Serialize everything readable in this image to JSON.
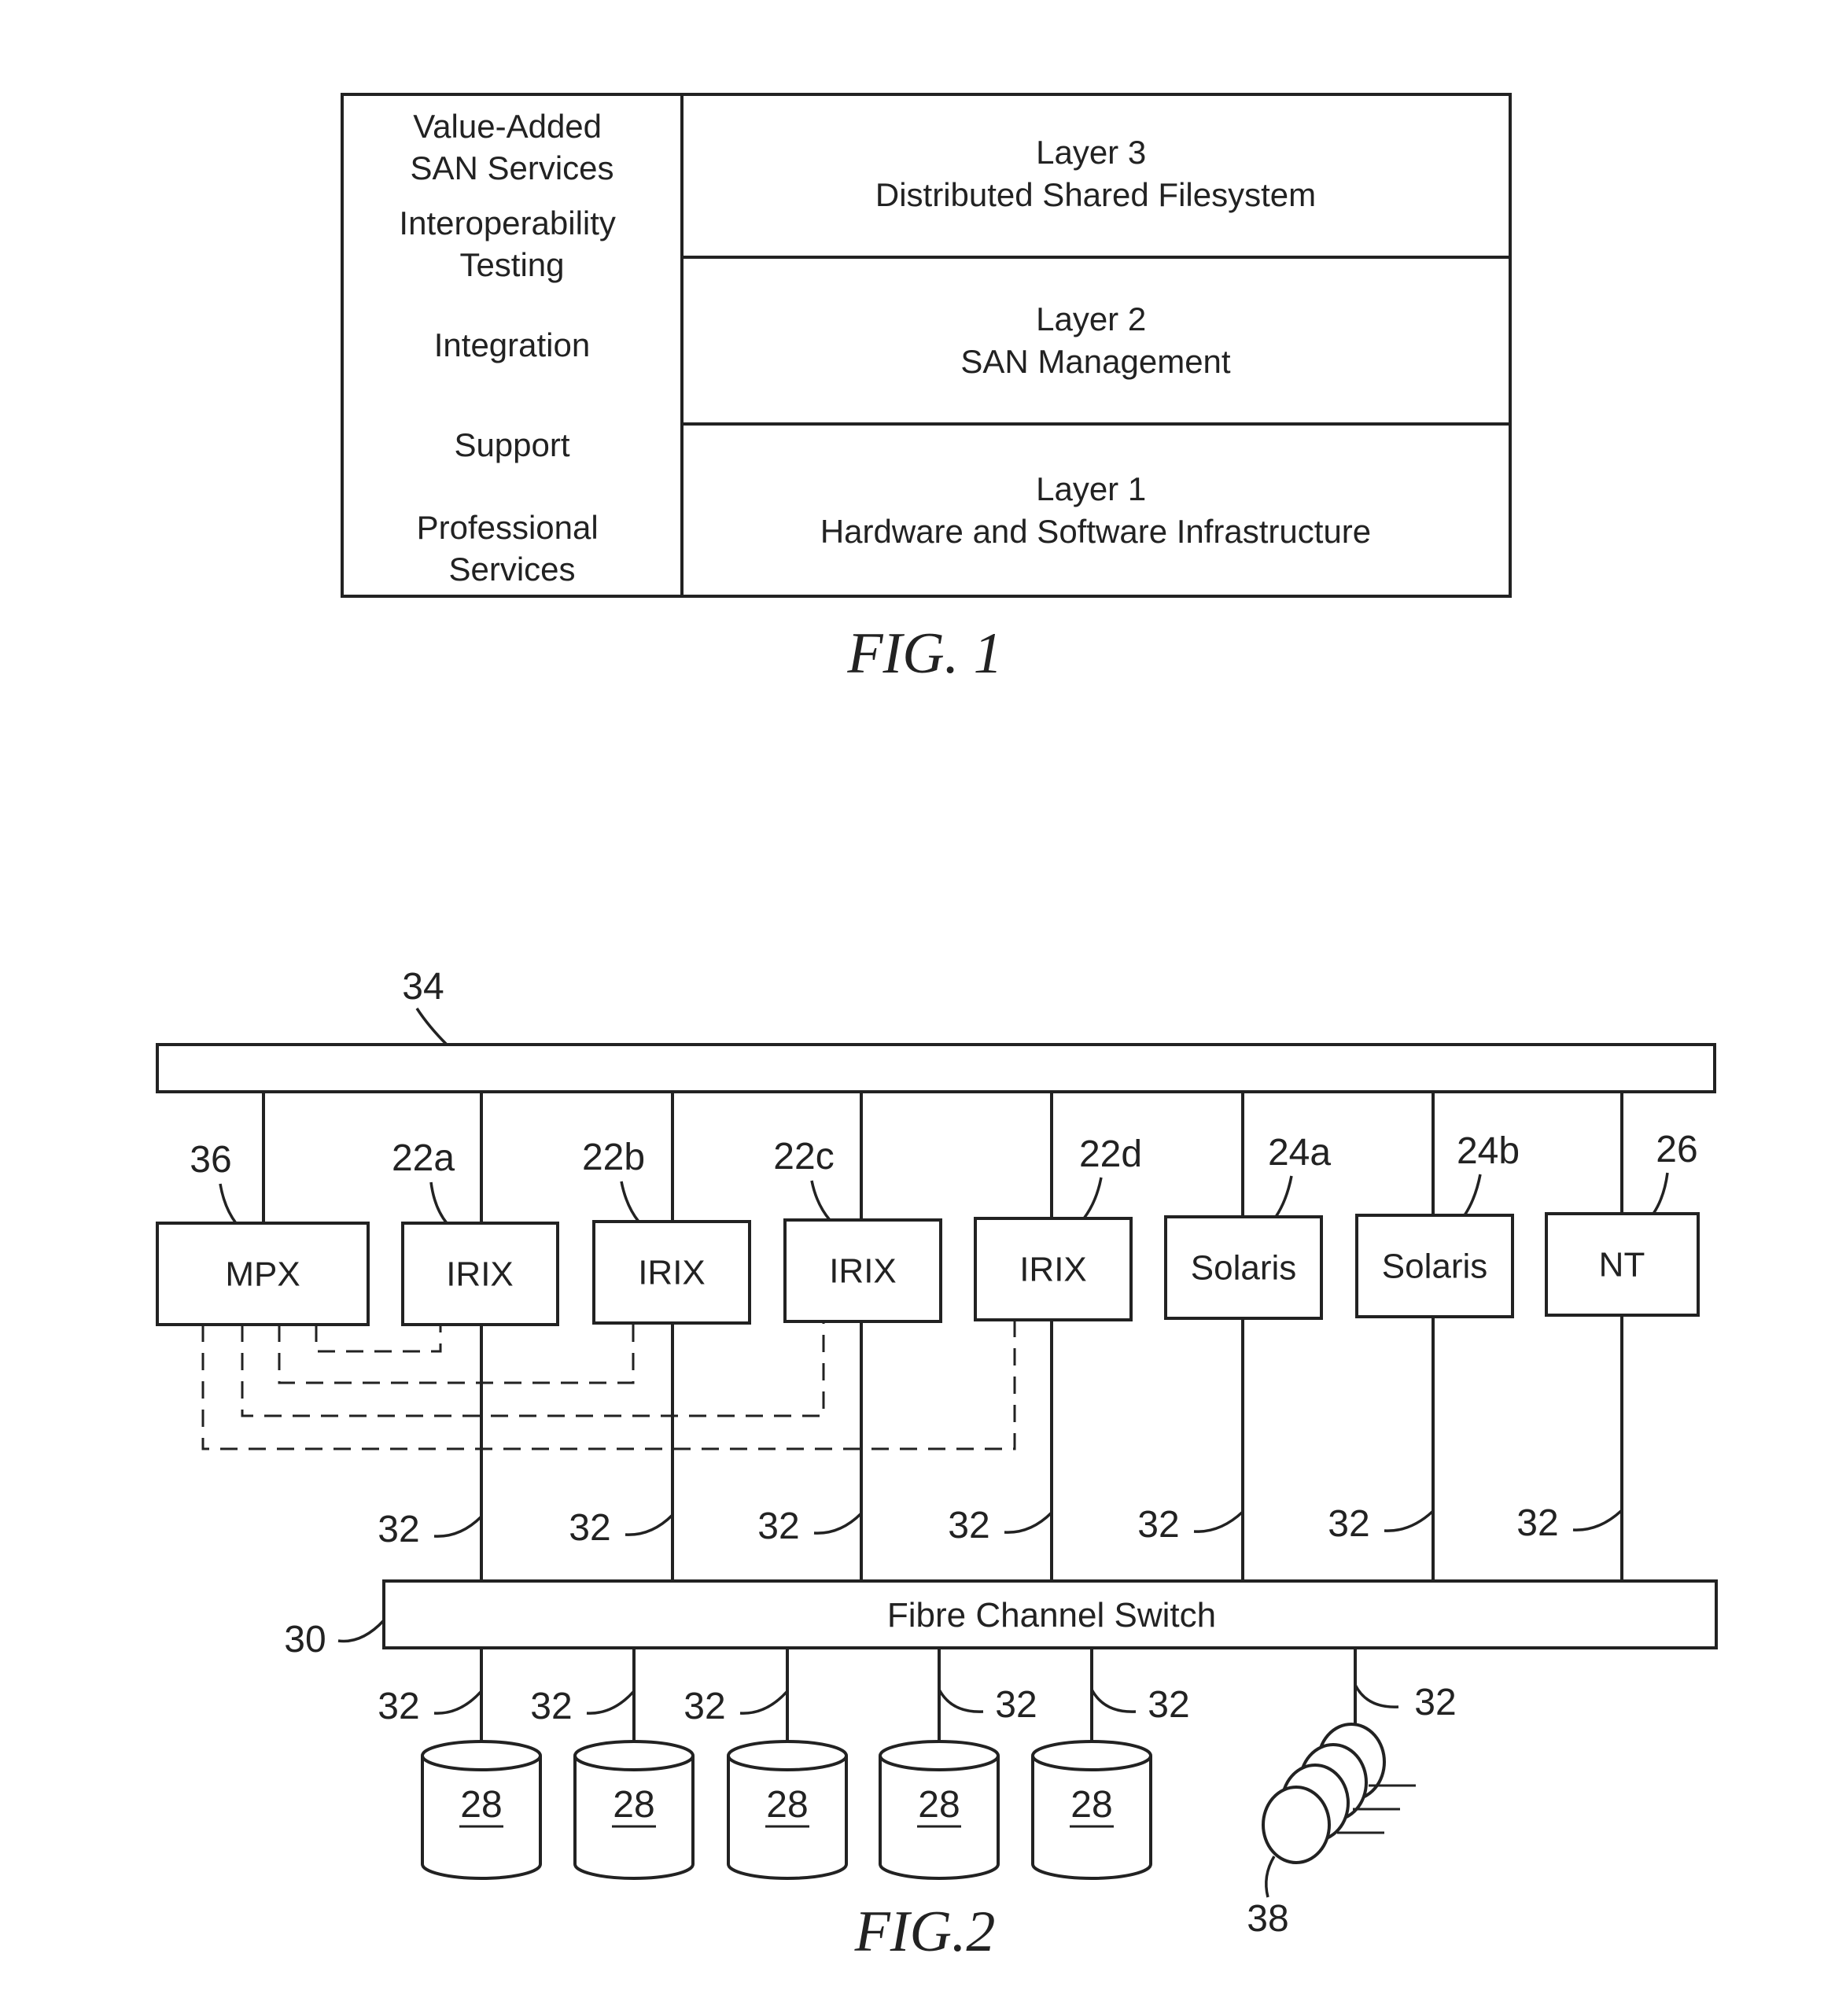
{
  "fig1": {
    "services": [
      {
        "lines": [
          "Value-Added",
          "SAN Services"
        ]
      },
      {
        "lines": [
          "Interoperability",
          "Testing"
        ]
      },
      {
        "lines": [
          "Integration"
        ]
      },
      {
        "lines": [
          "Support"
        ]
      },
      {
        "lines": [
          "Professional",
          "Services"
        ]
      }
    ],
    "layers": [
      {
        "title": "Layer 3",
        "subtitle": "Distributed Shared Filesystem"
      },
      {
        "title": "Layer 2",
        "subtitle": "SAN Management"
      },
      {
        "title": "Layer 1",
        "subtitle": "Hardware and Software Infrastructure"
      }
    ],
    "caption": "FIG. 1"
  },
  "fig2": {
    "bus_ref": "34",
    "hosts": [
      {
        "label": "MPX",
        "ref": "36"
      },
      {
        "label": "IRIX",
        "ref": "22a"
      },
      {
        "label": "IRIX",
        "ref": "22b"
      },
      {
        "label": "IRIX",
        "ref": "22c"
      },
      {
        "label": "IRIX",
        "ref": "22d"
      },
      {
        "label": "Solaris",
        "ref": "24a"
      },
      {
        "label": "Solaris",
        "ref": "24b"
      },
      {
        "label": "NT",
        "ref": "26"
      }
    ],
    "link_ref": "32",
    "switch_label": "Fibre Channel Switch",
    "switch_ref": "30",
    "disk_ref": "28",
    "disk_count": 5,
    "tape_ref": "38",
    "caption": "FIG.2"
  }
}
